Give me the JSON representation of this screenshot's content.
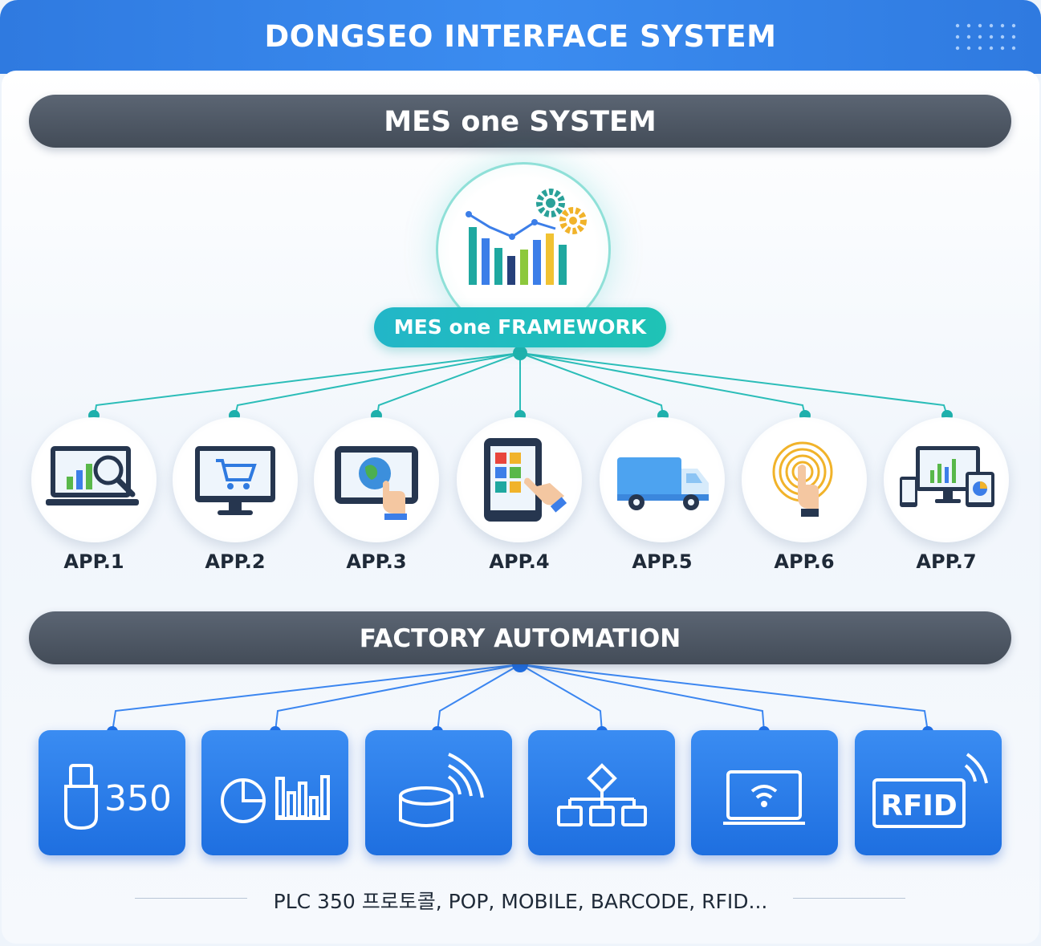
{
  "header": {
    "title": "DONGSEO INTERFACE SYSTEM"
  },
  "mes_system": {
    "label": "MES one SYSTEM"
  },
  "framework": {
    "label": "MES one FRAMEWORK",
    "icon": "analytics-gears-icon"
  },
  "apps": [
    {
      "label": "APP.1",
      "icon": "laptop-analytics-icon"
    },
    {
      "label": "APP.2",
      "icon": "monitor-cart-icon"
    },
    {
      "label": "APP.3",
      "icon": "tablet-globe-touch-icon"
    },
    {
      "label": "APP.4",
      "icon": "tablet-tiles-touch-icon"
    },
    {
      "label": "APP.5",
      "icon": "delivery-truck-icon"
    },
    {
      "label": "APP.6",
      "icon": "fingerprint-touch-icon"
    },
    {
      "label": "APP.7",
      "icon": "multi-device-icon"
    }
  ],
  "factory_automation": {
    "label": "FACTORY AUTOMATION"
  },
  "interfaces": [
    {
      "icon": "usb-350-icon",
      "text": "350"
    },
    {
      "icon": "pie-bar-chart-icon"
    },
    {
      "icon": "database-wireless-icon"
    },
    {
      "icon": "network-hierarchy-icon"
    },
    {
      "icon": "laptop-wifi-icon"
    },
    {
      "icon": "rfid-icon",
      "text": "RFID"
    }
  ],
  "footer": {
    "text": "PLC 350 프로토콜, POP, MOBILE, BARCODE, RFID..."
  },
  "colors": {
    "header": "#2f7ae0",
    "bar": "#4a535f",
    "teal": "#1fb9bd",
    "blue": "#2a7fe8"
  }
}
